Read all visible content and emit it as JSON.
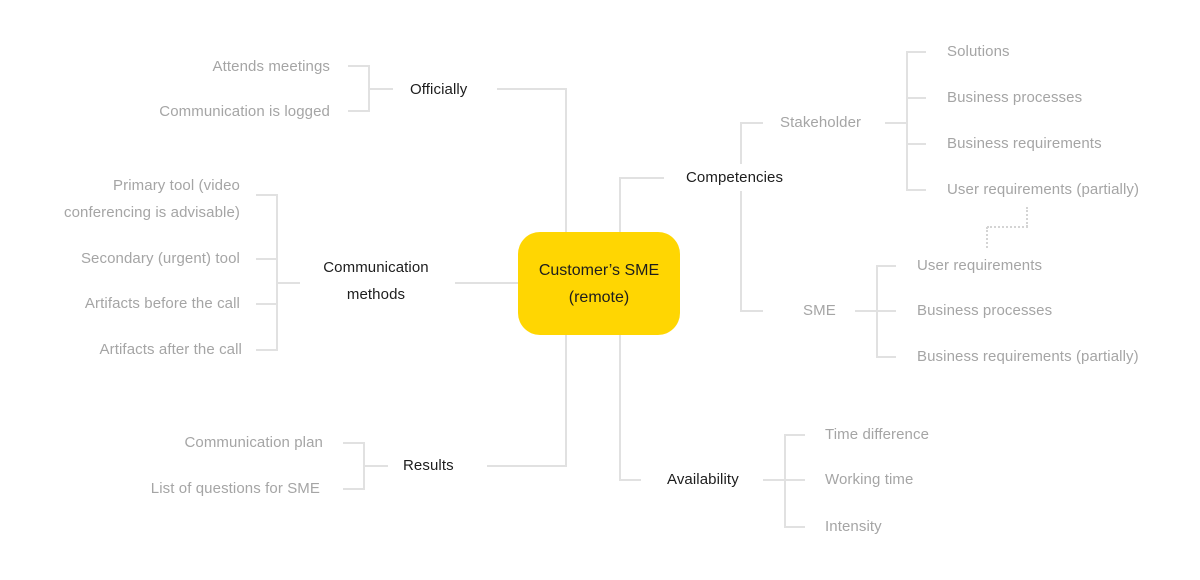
{
  "node": {
    "label": "Customer’s SME (remote)",
    "fill_color": "#FFD602",
    "text_color": "#1d1d1d"
  },
  "branches": {
    "officially": {
      "label": "Officially",
      "children": [
        "Attends meetings",
        "Communication is logged"
      ]
    },
    "communication_methods": {
      "label": "Communication methods",
      "children": [
        "Primary tool (video conferencing is advisable)",
        "Secondary (urgent) tool",
        "Artifacts before the call",
        "Artifacts after the call"
      ]
    },
    "results": {
      "label": "Results",
      "children": [
        "Communication plan",
        "List of questions for SME"
      ]
    },
    "competencies": {
      "label": "Competencies",
      "sub_branches": {
        "stakeholder": {
          "label": "Stakeholder",
          "children": [
            "Solutions",
            "Business processes",
            "Business requirements",
            "User requirements (partially)"
          ]
        },
        "sme": {
          "label": "SME",
          "children": [
            "User requirements",
            "Business processes",
            "Business requirements (partially)"
          ]
        }
      }
    },
    "availability": {
      "label": "Availability",
      "children": [
        "Time difference",
        "Working time",
        "Intensity"
      ]
    }
  },
  "colors": {
    "background": "#ffffff",
    "connector": "#e1e1e1",
    "dotted_connector": "#d4d4d4",
    "leaf_text": "#a5a5a5",
    "branch_label_text": "#1d1d1d"
  }
}
